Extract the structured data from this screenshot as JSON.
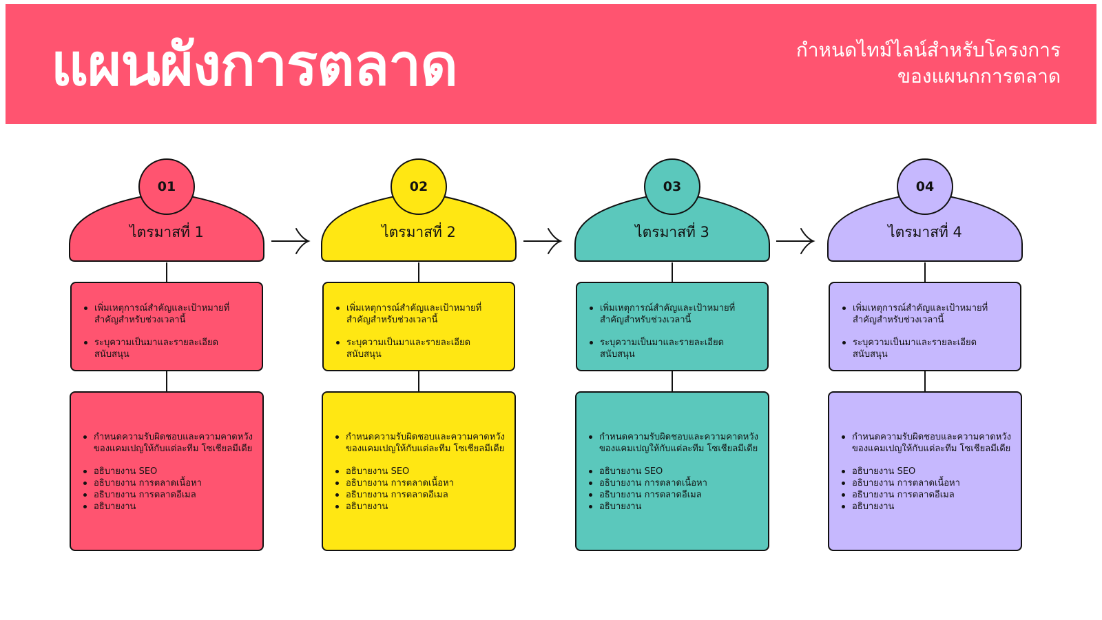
{
  "header": {
    "title": "แผนผังการตลาด",
    "subtitle_line1": "กำหนดไทม์ไลน์สำหรับโครงการ",
    "subtitle_line2": "ของแผนกการตลาด"
  },
  "columns": [
    {
      "number": "01",
      "quarter": "ไตรมาสที่ 1",
      "color": "#FF5470",
      "upper": [
        "เพิ่มเหตุการณ์สำคัญและเป้าหมายที่สำคัญสำหรับช่วงเวลานี้",
        "ระบุความเป็นมาและรายละเอียดสนับสนุน"
      ],
      "lower_main": "กำหนดความรับผิดชอบและความคาดหวังของแคมเปญให้กับแต่ละทีม โซเชียลมีเดีย",
      "lower_items": [
        "อธิบายงาน SEO",
        "อธิบายงาน การตลาดเนื้อหา",
        "อธิบายงาน การตลาดอีเมล",
        "อธิบายงาน"
      ]
    },
    {
      "number": "02",
      "quarter": "ไตรมาสที่ 2",
      "color": "#FFE713",
      "upper": [
        "เพิ่มเหตุการณ์สำคัญและเป้าหมายที่สำคัญสำหรับช่วงเวลานี้",
        "ระบุความเป็นมาและรายละเอียดสนับสนุน"
      ],
      "lower_main": "กำหนดความรับผิดชอบและความคาดหวังของแคมเปญให้กับแต่ละทีม โซเชียลมีเดีย",
      "lower_items": [
        "อธิบายงาน SEO",
        "อธิบายงาน การตลาดเนื้อหา",
        "อธิบายงาน การตลาดอีเมล",
        "อธิบายงาน"
      ]
    },
    {
      "number": "03",
      "quarter": "ไตรมาสที่ 3",
      "color": "#5BC8BC",
      "upper": [
        "เพิ่มเหตุการณ์สำคัญและเป้าหมายที่สำคัญสำหรับช่วงเวลานี้",
        "ระบุความเป็นมาและรายละเอียดสนับสนุน"
      ],
      "lower_main": "กำหนดความรับผิดชอบและความคาดหวังของแคมเปญให้กับแต่ละทีม โซเชียลมีเดีย",
      "lower_items": [
        "อธิบายงาน SEO",
        "อธิบายงาน การตลาดเนื้อหา",
        "อธิบายงาน การตลาดอีเมล",
        "อธิบายงาน"
      ]
    },
    {
      "number": "04",
      "quarter": "ไตรมาสที่ 4",
      "color": "#C6B8FE",
      "upper": [
        "เพิ่มเหตุการณ์สำคัญและเป้าหมายที่สำคัญสำหรับช่วงเวลานี้",
        "ระบุความเป็นมาและรายละเอียดสนับสนุน"
      ],
      "lower_main": "กำหนดความรับผิดชอบและความคาดหวังของแคมเปญให้กับแต่ละทีม โซเชียลมีเดีย",
      "lower_items": [
        "อธิบายงาน SEO",
        "อธิบายงาน การตลาดเนื้อหา",
        "อธิบายงาน การตลาดอีเมล",
        "อธิบายงาน"
      ]
    }
  ],
  "arrows": {
    "icon": "arrow-right-icon",
    "count": 3
  }
}
